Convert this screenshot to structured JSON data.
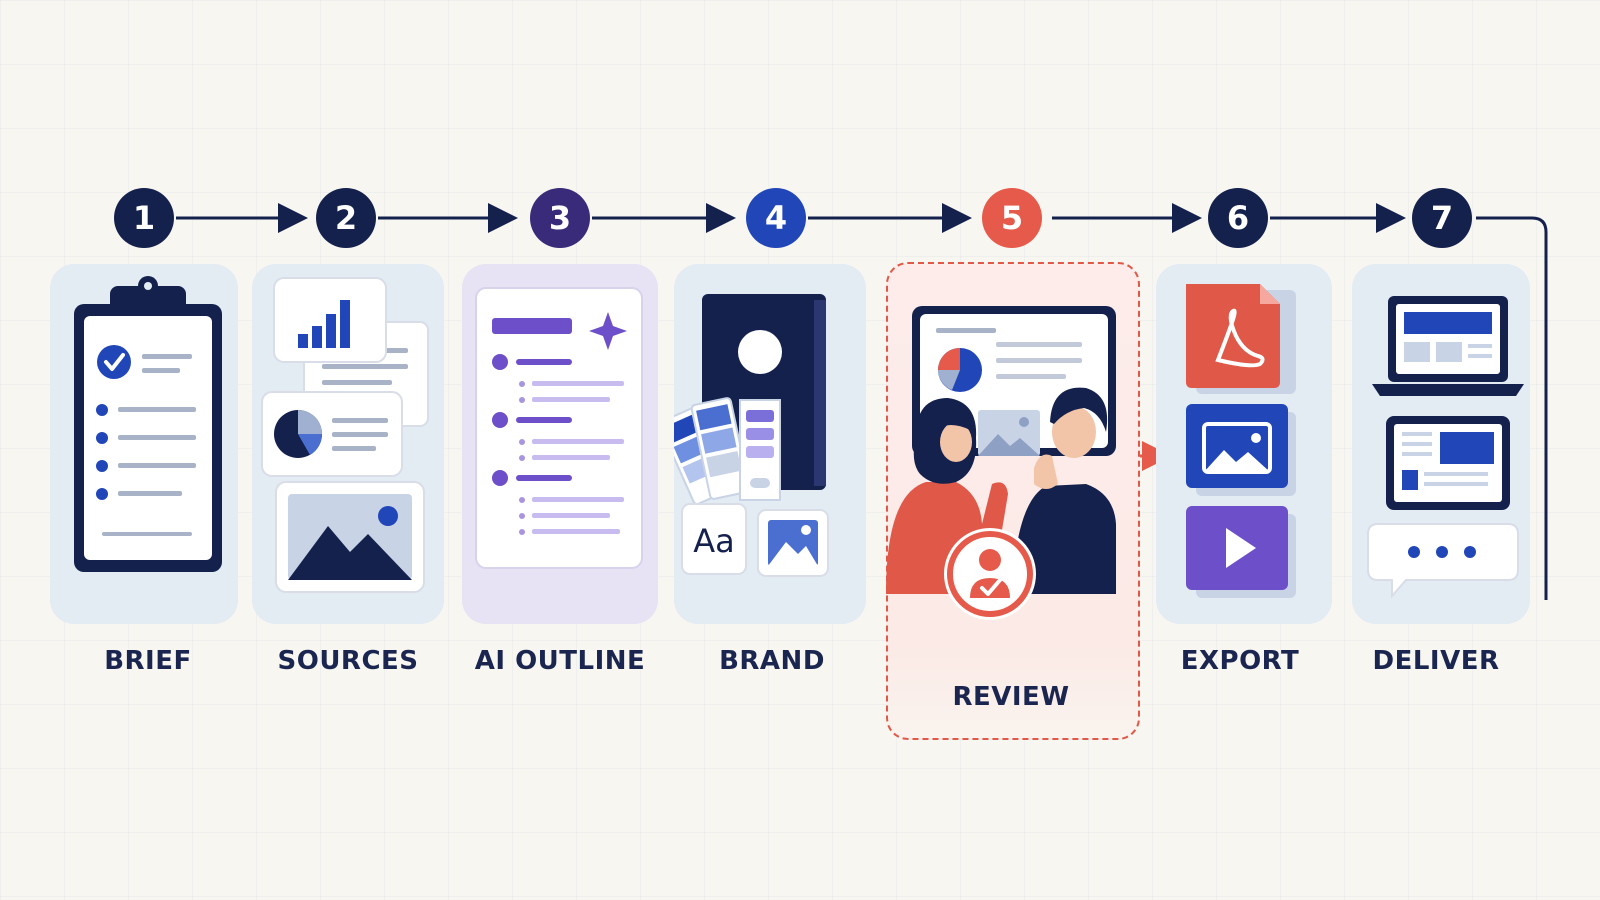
{
  "steps": [
    {
      "number": "1",
      "label": "BRIEF"
    },
    {
      "number": "2",
      "label": "SOURCES"
    },
    {
      "number": "3",
      "label": "AI OUTLINE"
    },
    {
      "number": "4",
      "label": "BRAND"
    },
    {
      "number": "5",
      "label": "REVIEW"
    },
    {
      "number": "6",
      "label": "EXPORT"
    },
    {
      "number": "7",
      "label": "DELIVER"
    }
  ],
  "icons": {
    "brief": "clipboard-checklist-icon",
    "sources": "documents-charts-images-icon",
    "ai_outline": "outline-sparkle-icon",
    "brand": "brand-book-swatches-icon",
    "review": "people-reviewing-screen-icon",
    "export": [
      "pdf-file-icon",
      "image-file-icon",
      "video-file-icon"
    ],
    "deliver": [
      "laptop-icon",
      "tablet-icon",
      "chat-bubble-icon"
    ]
  },
  "colors": {
    "navy": "#14214d",
    "purple": "#3a2a7a",
    "blue": "#2146b8",
    "coral": "#e55a4a",
    "background": "#f8f6f1"
  }
}
